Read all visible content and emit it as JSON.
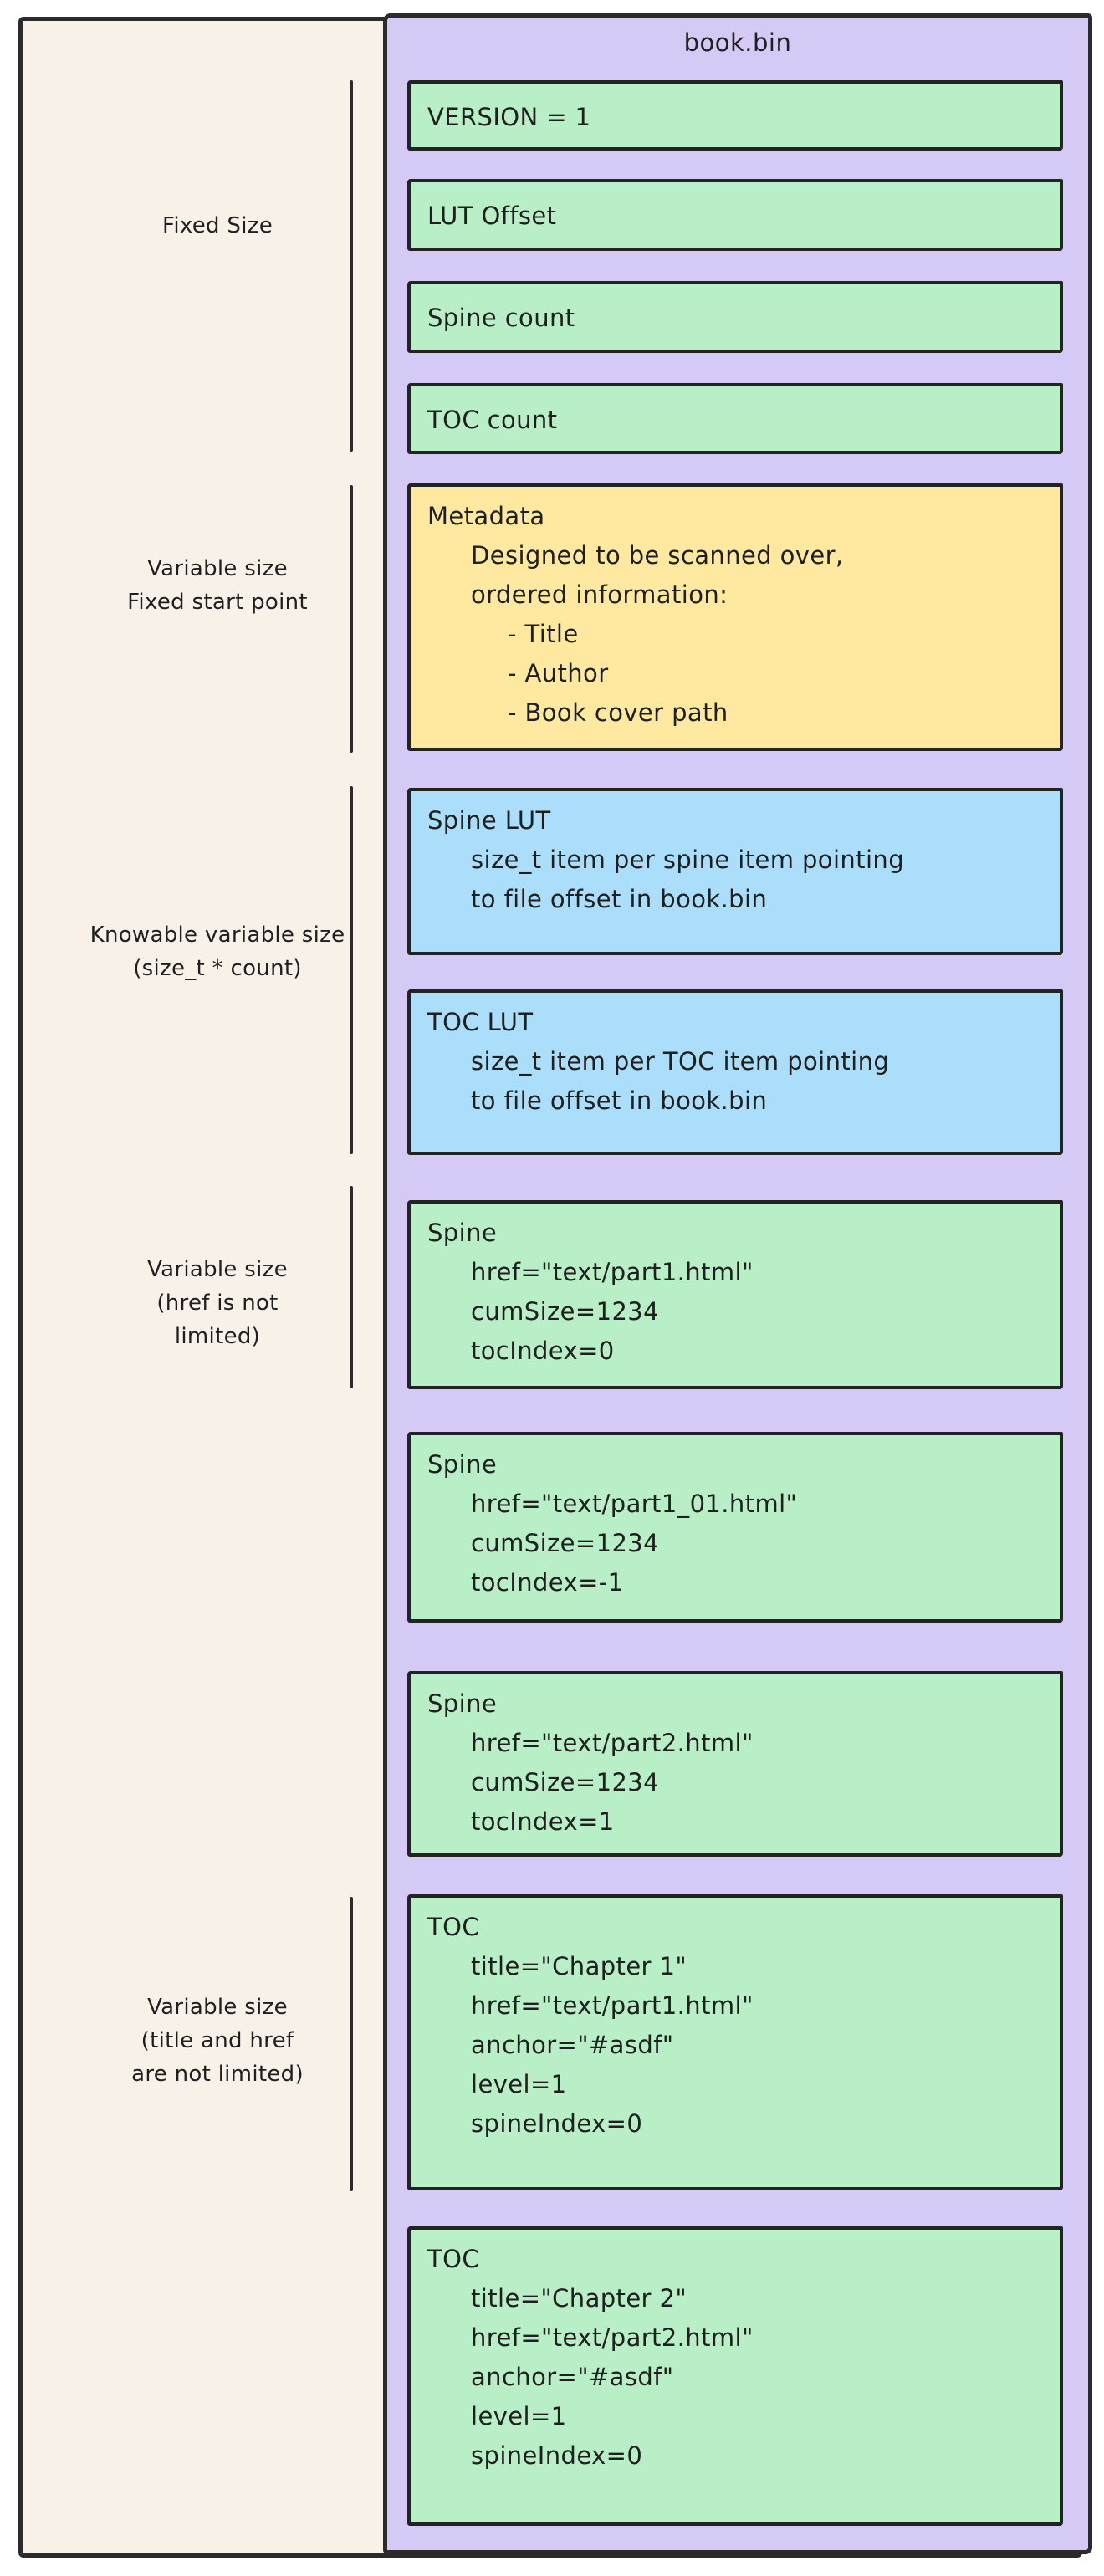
{
  "title": "book.bin",
  "colors": {
    "canvas": "#f7f1e8",
    "frame-border": "#2b2b2b",
    "container-fill": "#d5c9f6",
    "green-fill": "#b9efc6",
    "yellow-fill": "#ffe9a0",
    "blue-fill": "#abdefb",
    "text": "#1f1f1f"
  },
  "left_labels": [
    {
      "lines": [
        "Fixed Size"
      ]
    },
    {
      "lines": [
        "Variable size",
        "Fixed start point"
      ]
    },
    {
      "lines": [
        "Knowable variable size",
        "(size_t * count)"
      ]
    },
    {
      "lines": [
        "Variable size",
        "(href is not",
        "limited)"
      ]
    },
    {
      "lines": [
        "Variable size",
        "(title and href",
        "are not limited)"
      ]
    }
  ],
  "boxes": [
    {
      "kind": "green",
      "lines": [
        "VERSION = 1"
      ]
    },
    {
      "kind": "green",
      "lines": [
        "LUT Offset"
      ]
    },
    {
      "kind": "green",
      "lines": [
        "Spine count"
      ]
    },
    {
      "kind": "green",
      "lines": [
        "TOC count"
      ]
    },
    {
      "kind": "yellow",
      "lines": [
        "Metadata",
        "Designed to be scanned over,",
        "ordered information:",
        "- Title",
        "- Author",
        "- Book cover path"
      ]
    },
    {
      "kind": "blue",
      "lines": [
        "Spine LUT",
        "size_t item per spine item pointing",
        "to file offset in book.bin"
      ]
    },
    {
      "kind": "blue",
      "lines": [
        "TOC LUT",
        "size_t item per TOC item pointing",
        "to file offset in book.bin"
      ]
    },
    {
      "kind": "green",
      "lines": [
        "Spine",
        "href=\"text/part1.html\"",
        "cumSize=1234",
        "tocIndex=0"
      ]
    },
    {
      "kind": "green",
      "lines": [
        "Spine",
        "href=\"text/part1_01.html\"",
        "cumSize=1234",
        "tocIndex=-1"
      ]
    },
    {
      "kind": "green",
      "lines": [
        "Spine",
        "href=\"text/part2.html\"",
        "cumSize=1234",
        "tocIndex=1"
      ]
    },
    {
      "kind": "green",
      "lines": [
        "TOC",
        "title=\"Chapter 1\"",
        "href=\"text/part1.html\"",
        "anchor=\"#asdf\"",
        "level=1",
        "spineIndex=0"
      ]
    },
    {
      "kind": "green",
      "lines": [
        "TOC",
        "title=\"Chapter 2\"",
        "href=\"text/part2.html\"",
        "anchor=\"#asdf\"",
        "level=1",
        "spineIndex=0"
      ]
    }
  ]
}
